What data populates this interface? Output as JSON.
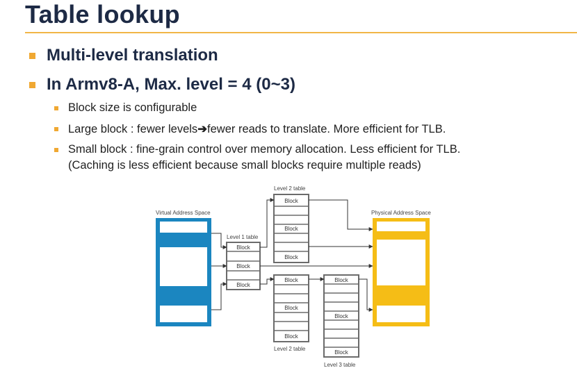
{
  "slide": {
    "title": "Table lookup",
    "bullets": {
      "b1": "Multi-level translation",
      "b2": "In Armv8-A, Max. level = 4 (0~3)",
      "s1": "Block size is configurable",
      "s2_pre": "Large block : fewer levels ",
      "s2_arrow": "➔",
      "s2_post": " fewer reads to translate. More efficient for TLB.",
      "s3_line1": "Small block : fine-grain control over memory allocation. Less efficient for TLB.",
      "s3_line2": "(Caching is less efficient because small blocks require multiple reads)"
    }
  },
  "diagram": {
    "virtual_label": "Virtual Address Space",
    "physical_label": "Physical Address Space",
    "level1_label": "Level 1 table",
    "level2_top_label": "Level 2 table",
    "level2_bottom_label": "Level 2 table",
    "level3_label": "Level 3 table",
    "block_label": "Block",
    "colors": {
      "virtual": "#1b86c0",
      "physical": "#f5bd16",
      "table_border": "#6b6b6b",
      "accent": "#f0a832"
    }
  }
}
